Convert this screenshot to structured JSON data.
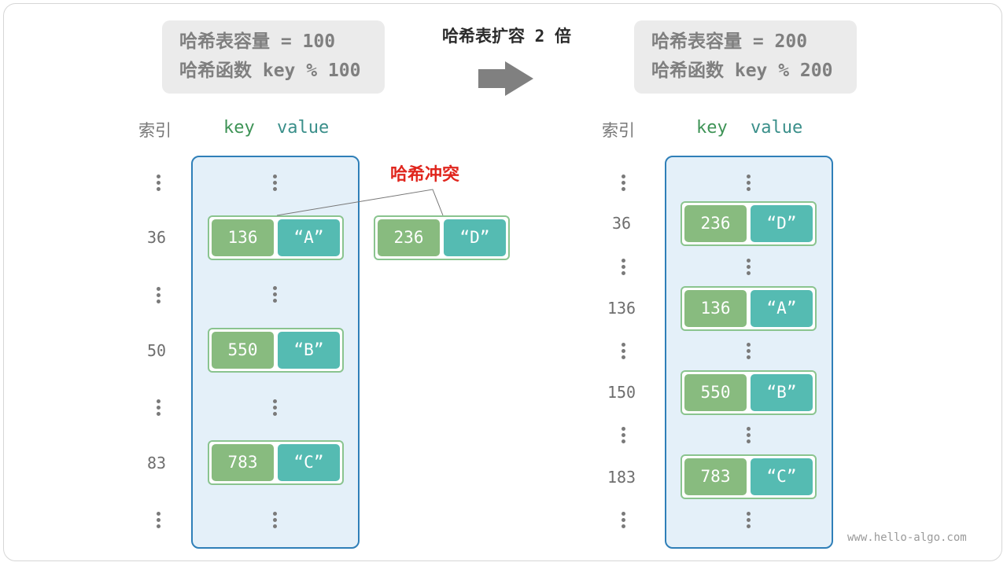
{
  "title": "哈希表扩容 2 倍",
  "before": {
    "capacity_line": "哈希表容量 = 100",
    "hash_line": "哈希函数 key % 100",
    "header": {
      "index": "索引",
      "key": "key",
      "value": "value"
    },
    "indices": [
      "36",
      "50",
      "83"
    ],
    "pairs": [
      {
        "key": "136",
        "value": "“A”"
      },
      {
        "key": "550",
        "value": "“B”"
      },
      {
        "key": "783",
        "value": "“C”"
      }
    ],
    "overflow_pair": {
      "key": "236",
      "value": "“D”"
    },
    "collision_label": "哈希冲突"
  },
  "after": {
    "capacity_line": "哈希表容量 = 200",
    "hash_line": "哈希函数 key % 200",
    "header": {
      "index": "索引",
      "key": "key",
      "value": "value"
    },
    "indices": [
      "36",
      "136",
      "150",
      "183"
    ],
    "pairs": [
      {
        "key": "236",
        "value": "“D”"
      },
      {
        "key": "136",
        "value": "“A”"
      },
      {
        "key": "550",
        "value": "“B”"
      },
      {
        "key": "783",
        "value": "“C”"
      }
    ]
  },
  "watermark": "www.hello-algo.com",
  "colors": {
    "key_cell": "#88bb7f",
    "value_cell": "#55bbb2",
    "bucket_bg": "#e4f0f9",
    "bucket_border": "#2f7fb8",
    "collision": "#e0261e",
    "arrow": "#808080"
  }
}
